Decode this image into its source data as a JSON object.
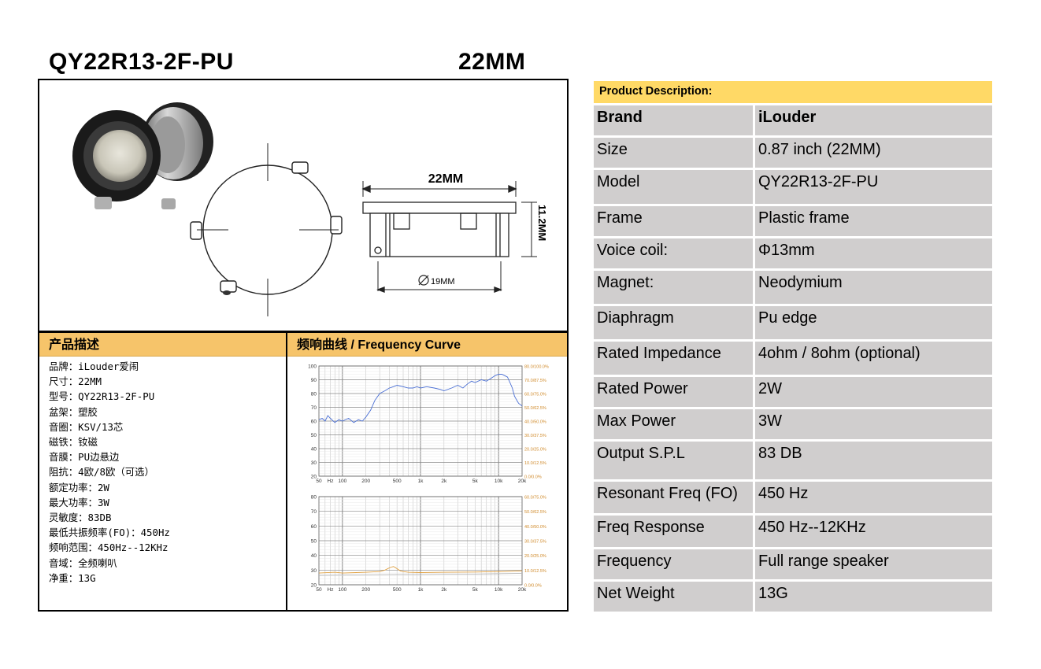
{
  "header": {
    "model": "QY22R13-2F-PU",
    "size": "22MM"
  },
  "drawing": {
    "width_label": "22MM",
    "height_label": "11.2MM",
    "diameter_label": "19MM"
  },
  "chinese_section": {
    "title": "产品描述",
    "lines": [
      "品牌：iLouder爱闹",
      "尺寸：22MM",
      "型号：QY22R13-2F-PU",
      "盆架：塑胶",
      "音圈：KSV/13芯",
      "磁铁：钕磁",
      "音膜：PU边悬边",
      "阻抗：4欧/8欧（可选）",
      "额定功率：2W",
      "最大功率：3W",
      "灵敏度：83DB",
      "最低共振频率(FO)：450Hz",
      "频响范围：450Hz--12KHz",
      "音域：全频喇叭",
      "净重：13G"
    ]
  },
  "curve_section": {
    "title": "频响曲线 / Frequency Curve"
  },
  "chart_data": [
    {
      "type": "line",
      "x_ticks": [
        "50",
        "Hz",
        "100",
        "200",
        "500",
        "1k",
        "2k",
        "5k",
        "10k",
        "20k"
      ],
      "y_ticks": [
        "20",
        "30",
        "40",
        "50",
        "60",
        "70",
        "80",
        "90",
        "100"
      ],
      "y2_ticks": [
        "0.0/0.0%",
        "10.0/12.5%",
        "20.0/25.0%",
        "30.0/37.5%",
        "40.0/50.0%",
        "50.0/62.5%",
        "60.0/75.0%",
        "70.0/87.5%",
        "80.0/100.0%"
      ],
      "ylim": [
        20,
        100
      ],
      "xlim": [
        50,
        20000
      ],
      "x_scale": "log",
      "series": [
        {
          "color": "#4a6fd4",
          "x": [
            50,
            55,
            60,
            65,
            70,
            80,
            90,
            100,
            120,
            140,
            160,
            180,
            200,
            230,
            260,
            300,
            350,
            400,
            450,
            500,
            600,
            700,
            800,
            900,
            1000,
            1200,
            1500,
            1800,
            2000,
            2500,
            3000,
            3500,
            4000,
            4500,
            5000,
            6000,
            7000,
            8000,
            9000,
            10000,
            11000,
            12000,
            13000,
            14000,
            15000,
            16000,
            18000,
            20000
          ],
          "y": [
            61,
            62,
            60,
            64,
            62,
            59,
            61,
            60,
            62,
            59,
            61,
            60,
            63,
            68,
            75,
            80,
            82,
            84,
            85,
            86,
            85,
            84,
            84,
            85,
            84,
            85,
            84,
            83,
            82,
            84,
            86,
            84,
            87,
            89,
            88,
            90,
            89,
            91,
            93,
            94,
            94,
            93,
            92,
            88,
            84,
            78,
            73,
            71
          ]
        }
      ]
    },
    {
      "type": "line",
      "x_ticks": [
        "50",
        "Hz",
        "100",
        "200",
        "500",
        "1k",
        "2k",
        "5k",
        "10k",
        "20k"
      ],
      "y_ticks": [
        "20",
        "30",
        "40",
        "50",
        "60",
        "70",
        "80"
      ],
      "y2_ticks": [
        "0.0/0.0%",
        "10.0/12.5%",
        "20.0/25.0%",
        "30.0/37.5%",
        "40.0/50.0%",
        "50.0/62.5%",
        "60.0/75.0%"
      ],
      "ylim": [
        20,
        80
      ],
      "xlim": [
        50,
        20000
      ],
      "x_scale": "log",
      "series": [
        {
          "color": "#e0a040",
          "x": [
            50,
            80,
            100,
            150,
            200,
            300,
            350,
            400,
            450,
            500,
            550,
            600,
            700,
            1000,
            2000,
            5000,
            10000,
            20000
          ],
          "y": [
            28,
            28.5,
            28,
            28.3,
            28.5,
            29,
            30,
            31.5,
            32.5,
            31,
            29.5,
            29,
            28.5,
            28.3,
            28.5,
            28.7,
            29,
            29.5
          ]
        },
        {
          "color": "#b8b8b8",
          "x": [
            50,
            200,
            500,
            1000,
            2000,
            5000,
            10000,
            20000
          ],
          "y": [
            26.5,
            26.8,
            27,
            27,
            27.2,
            27.3,
            27.5,
            27.8
          ]
        }
      ]
    }
  ],
  "product_description": {
    "title": "Product Description:",
    "rows": [
      {
        "key": "Brand",
        "value": "iLouder"
      },
      {
        "key": "Size",
        "value": "0.87 inch   (22MM)"
      },
      {
        "key": "Model",
        "value": "QY22R13-2F-PU"
      },
      {
        "key": "Frame",
        "value": "Plastic frame"
      },
      {
        "key": "Voice coil:",
        "value": "Φ13mm"
      },
      {
        "key": "Magnet:",
        "value": "Neodymium"
      },
      {
        "key": "Diaphragm",
        "value": "Pu edge"
      },
      {
        "key": "Rated Impedance",
        "value": "4ohm / 8ohm (optional)"
      },
      {
        "key": "Rated Power",
        "value": "2W"
      },
      {
        "key": "Max Power",
        "value": "3W"
      },
      {
        "key": "Output S.P.L",
        "value": "83 DB"
      },
      {
        "key": "Resonant Freq (FO)",
        "value": "450 Hz"
      },
      {
        "key": "Freq Response",
        "value": "450 Hz--12KHz"
      },
      {
        "key": "Frequency",
        "value": "Full range speaker"
      },
      {
        "key": "Net Weight",
        "value": "13G"
      }
    ]
  }
}
